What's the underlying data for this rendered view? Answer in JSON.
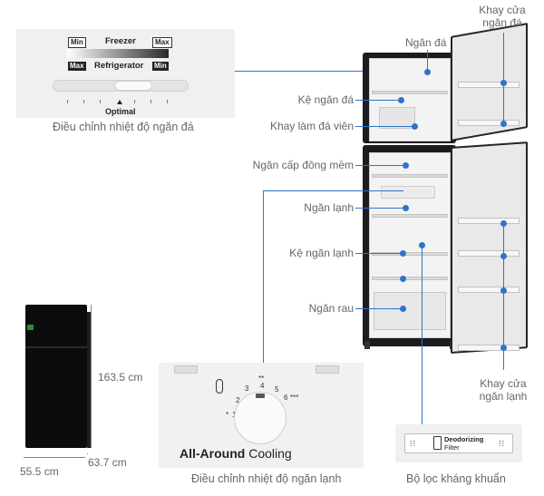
{
  "control_panel": {
    "min_top": "Min",
    "freezer": "Freezer",
    "max_top": "Max",
    "max_bottom": "Max",
    "refrigerator": "Refrigerator",
    "min_bottom": "Min",
    "optimal": "Optimal",
    "caption": "Điều chỉnh nhiệt độ ngăn đá"
  },
  "labels": {
    "ngan_da": "Ngăn đá",
    "khay_cua_ngan_da": [
      "Khay cửa",
      "ngăn đá"
    ],
    "ke_ngan_da": "Kệ ngăn đá",
    "khay_lam_da_vien": "Khay làm đá viên",
    "ngan_cap_dong_mem": "Ngăn cấp đông mềm",
    "ngan_lanh": "Ngăn lạnh",
    "ke_ngan_lanh": "Kệ ngăn lạnh",
    "ngan_rau": "Ngăn rau",
    "khay_cua_ngan_lanh": [
      "Khay cửa",
      "ngăn lạnh"
    ]
  },
  "dimensions": {
    "height": "163.5 cm",
    "depth": "63.7 cm",
    "width": "55.5 cm"
  },
  "dial_panel": {
    "numbers": [
      "1",
      "2",
      "3",
      "4",
      "5",
      "6"
    ],
    "marks": [
      "*",
      "**",
      "***"
    ],
    "title_bold": "All-Around",
    "title_rest": " Cooling",
    "caption": "Điều chỉnh nhiệt độ ngăn lạnh"
  },
  "filter": {
    "line1": "Deodorizing",
    "line2": "Filter",
    "caption": "Bộ lọc kháng khuẩn"
  },
  "colors": {
    "accent": "#2f74c8",
    "fridge": "#1c1c1e"
  }
}
